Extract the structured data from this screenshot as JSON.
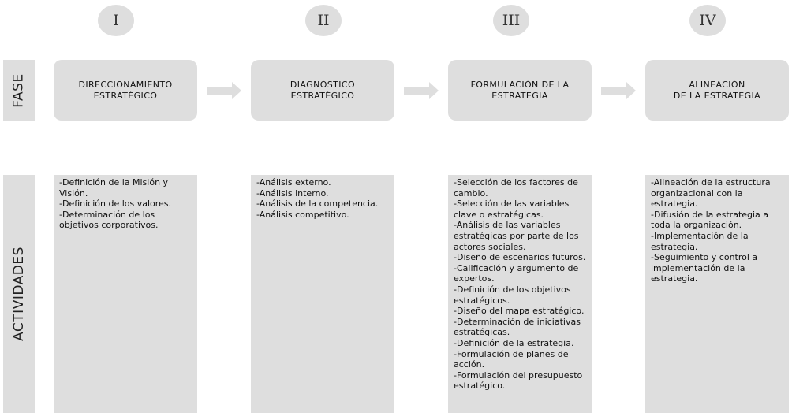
{
  "row_labels": {
    "phase": "FASE",
    "activities": "ACTIVIDADES"
  },
  "phases": [
    {
      "numeral": "I",
      "title": "DIRECCIONAMIENTO\nESTRATÉGICO",
      "activities": [
        "-Definición de la Misión y Visión.",
        "-Definición de los valores.",
        "-Determinación de los objetivos corporativos."
      ]
    },
    {
      "numeral": "II",
      "title": "DIAGNÓSTICO\nESTRATÉGICO",
      "activities": [
        "-Análisis externo.",
        "-Análisis interno.",
        "-Análisis de la competencia.",
        "-Análisis competitivo."
      ]
    },
    {
      "numeral": "III",
      "title": "FORMULACIÓN DE LA\nESTRATEGIA",
      "activities": [
        "-Selección de los factores de cambio.",
        "-Selección de las variables clave o estratégicas.",
        "-Análisis de las variables estratégicas por parte de los actores sociales.",
        "-Diseño de escenarios futuros.",
        "-Calificación y argumento de expertos.",
        "-Definición de los objetivos estratégicos.",
        "-Diseño del mapa estratégico.",
        "-Determinación de iniciativas estratégicas.",
        "-Definición de la estrategia.",
        "-Formulación de planes de acción.",
        "-Formulación del presupuesto estratégico."
      ]
    },
    {
      "numeral": "IV",
      "title": "ALINEACIÓN\nDE LA ESTRATEGIA",
      "activities": [
        "-Alineación de la estructura organizacional con la estrategia.",
        "-Difusión de la estrategia a toda la organización.",
        "-Implementación de la estrategia.",
        "-Seguimiento y control a implementación de la estrategia."
      ]
    }
  ],
  "colors": {
    "box_fill": "#dedede",
    "arrow_fill": "#dedede",
    "connector": "#c8c8c8",
    "text": "#111111"
  }
}
